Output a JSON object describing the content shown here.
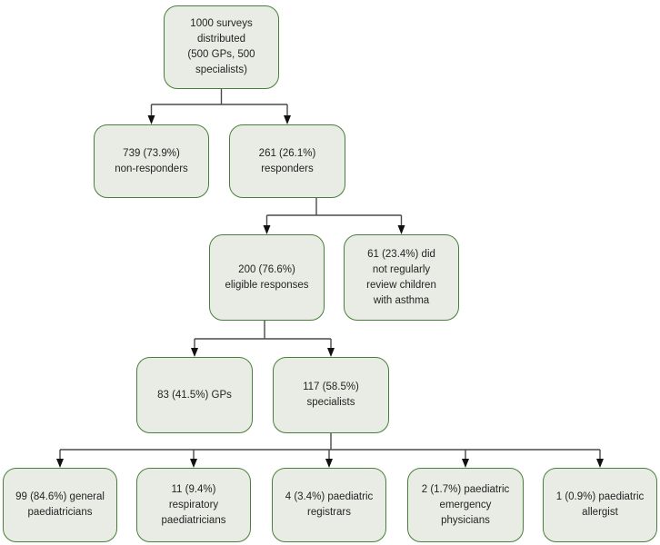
{
  "figure": {
    "kind": "survey-response-flowchart",
    "colors": {
      "box_fill": "#e9ece4",
      "box_border": "#47803a",
      "connector_line": "#4a4a4a",
      "arrowhead": "#111111",
      "text": "#242424",
      "background": "#ffffff"
    },
    "nodes": {
      "surveys": {
        "label": "1000 surveys\ndistributed\n(500 GPs, 500\nspecialists)"
      },
      "nonresp": {
        "label": "739 (73.9%)\nnon-responders"
      },
      "resp": {
        "label": "261 (26.1%)\nresponders"
      },
      "eligible": {
        "label": "200 (76.6%)\neligible responses"
      },
      "noreview": {
        "label": "61 (23.4%) did\nnot regularly\nreview children\nwith asthma"
      },
      "gps": {
        "label": "83 (41.5%) GPs"
      },
      "specialists": {
        "label": "117 (58.5%)\nspecialists"
      },
      "general": {
        "label": "99 (84.6%) general\npaediatricians"
      },
      "respiratory": {
        "label": "11 (9.4%)\nrespiratory\npaediatricians"
      },
      "registrars": {
        "label": "4 (3.4%) paediatric\nregistrars"
      },
      "emergency": {
        "label": "2 (1.7%) paediatric\nemergency\nphysicians"
      },
      "allergist": {
        "label": "1 (0.9%) paediatric\nallergist"
      }
    },
    "edges": [
      {
        "from": "surveys",
        "to": [
          "nonresp",
          "resp"
        ]
      },
      {
        "from": "resp",
        "to": [
          "eligible",
          "noreview"
        ]
      },
      {
        "from": "eligible",
        "to": [
          "gps",
          "specialists"
        ]
      },
      {
        "from": "specialists",
        "to": [
          "general",
          "respiratory",
          "registrars",
          "emergency",
          "allergist"
        ]
      }
    ]
  }
}
